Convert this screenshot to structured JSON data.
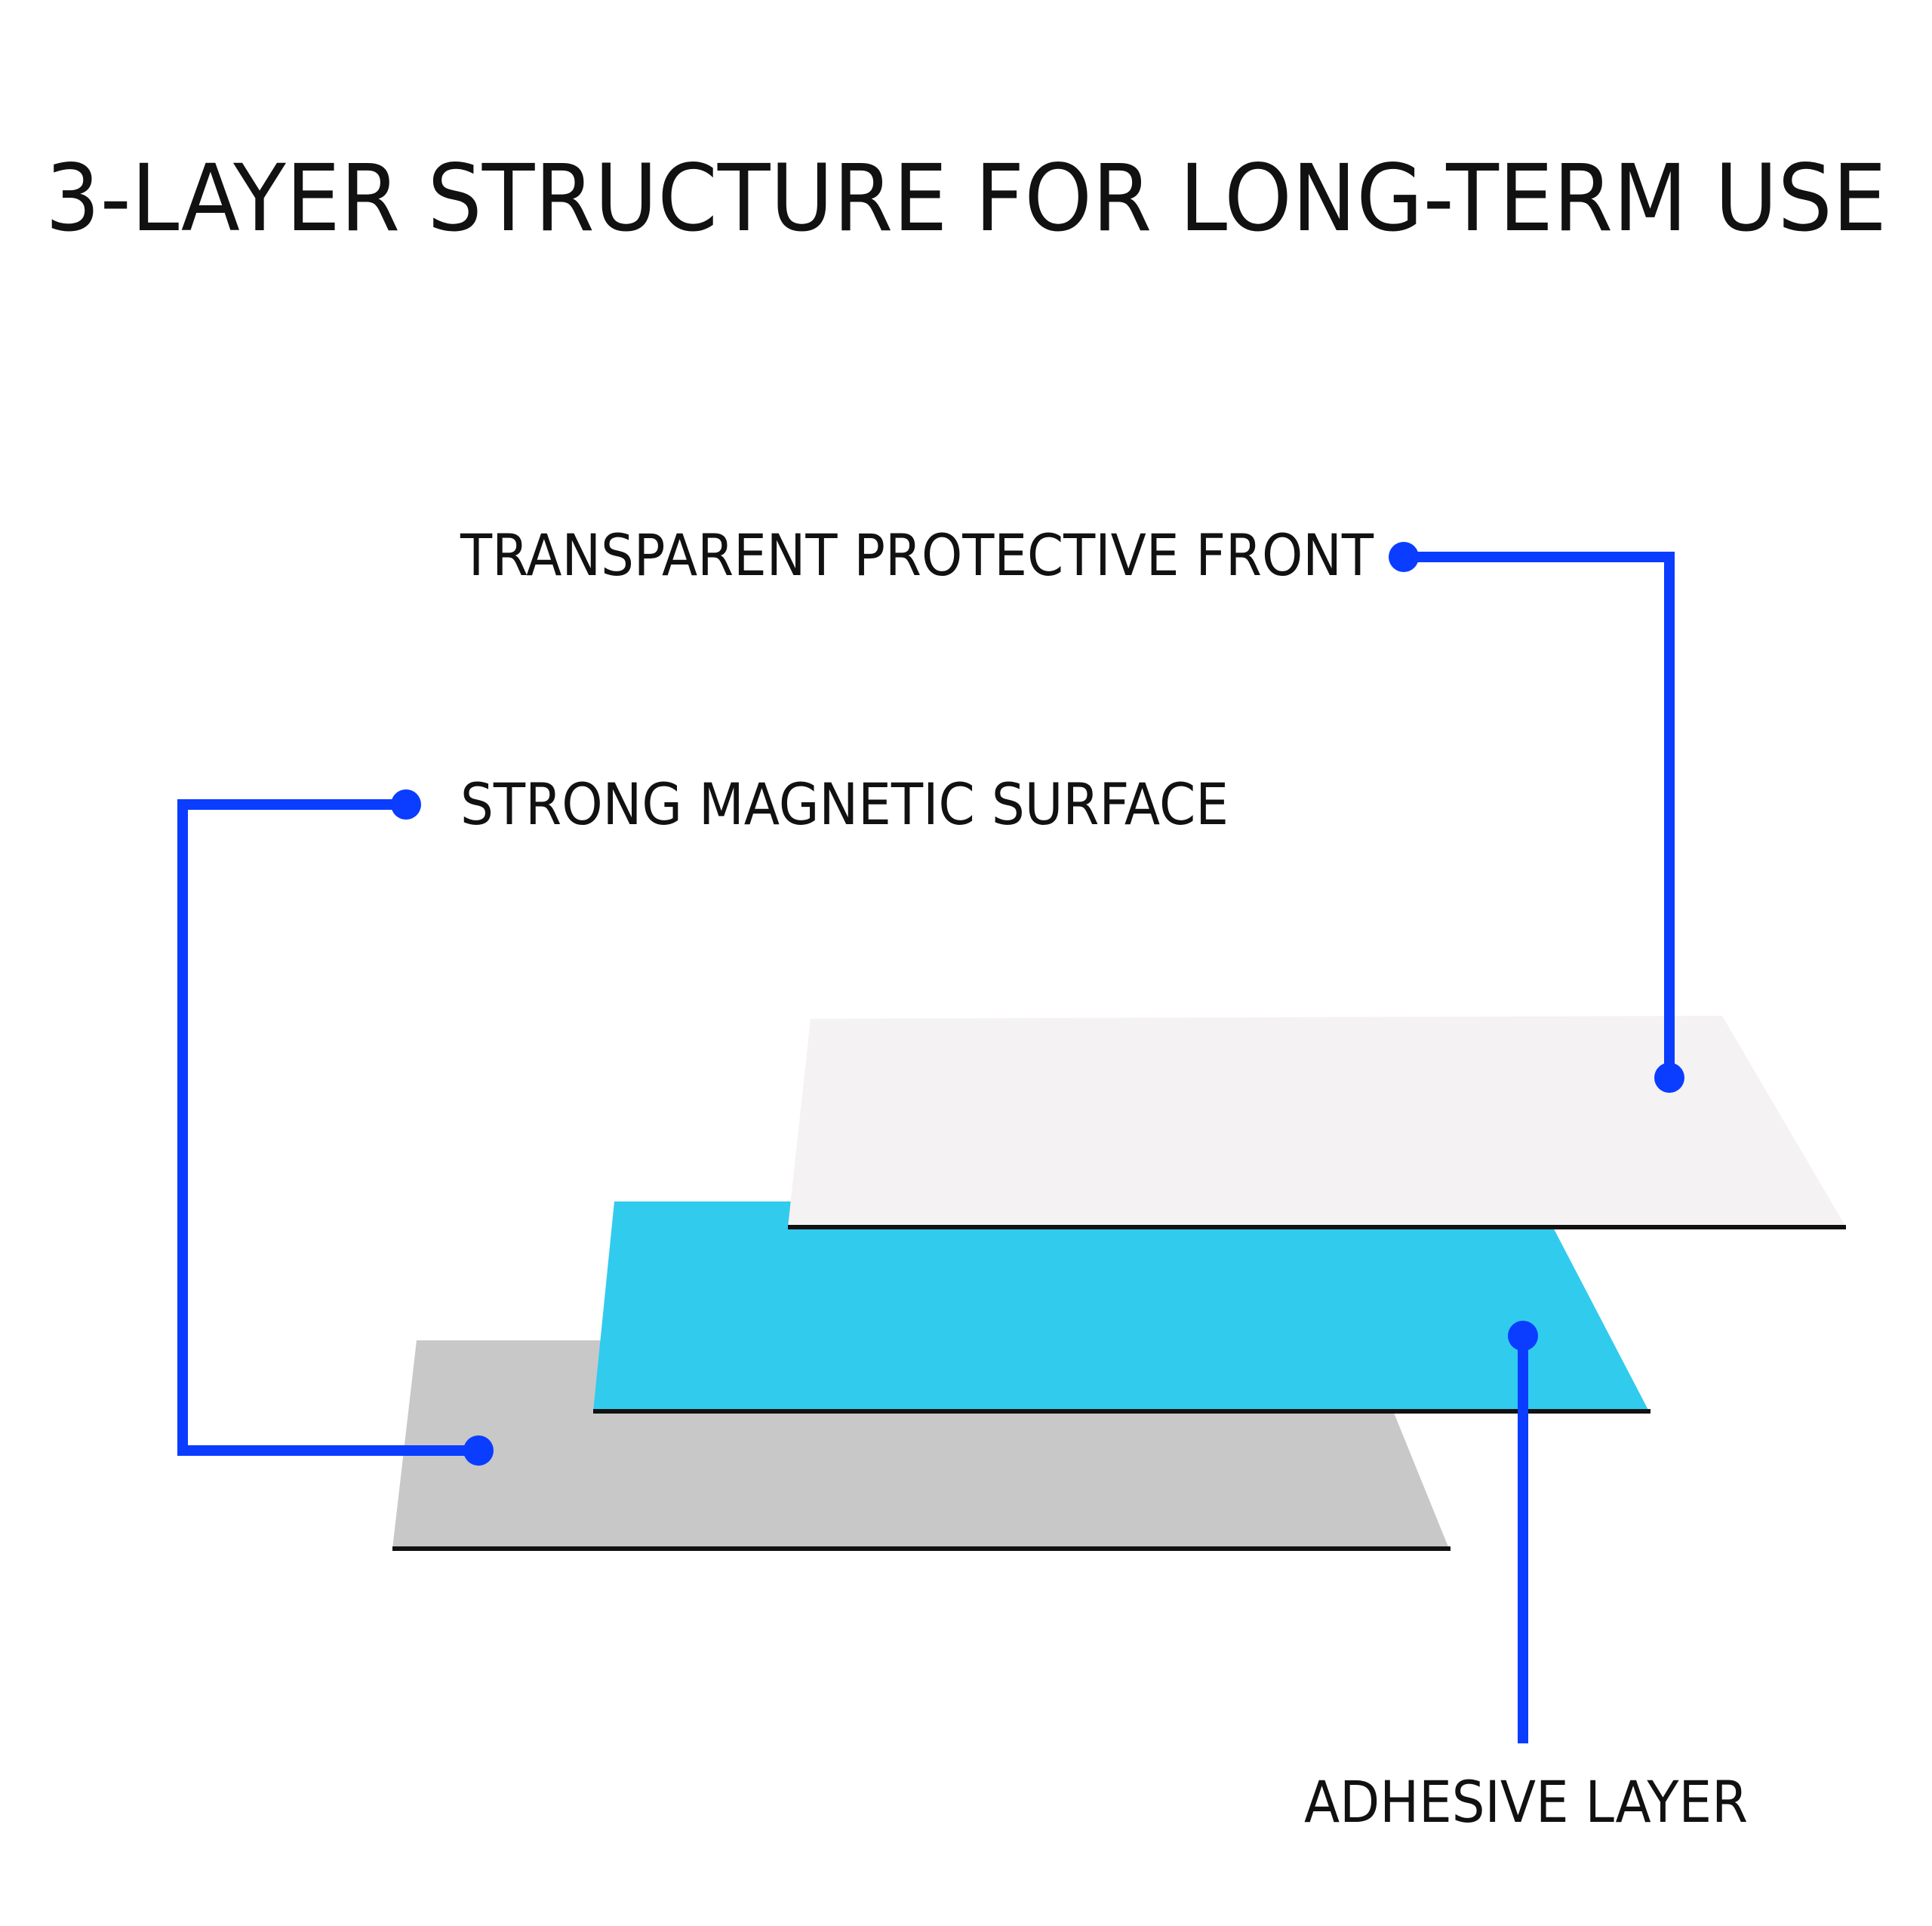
{
  "title": "3-LAYER STRUCTURE FOR LONG-TERM USE",
  "labels": {
    "transparent_front": "TRANSPARENT PROTECTIVE FRONT",
    "magnetic_surface": "STRONG MAGNETIC SURFACE",
    "adhesive_layer": "ADHESIVE LAYER"
  },
  "colors": {
    "background": "#ffffff",
    "text": "#111111",
    "callout": "#0a3dff",
    "transparent_layer": "#f4f2f2",
    "magnetic_layer": "#31cbee",
    "adhesive_layer": "#c8c8c8",
    "edge": "#111111"
  }
}
